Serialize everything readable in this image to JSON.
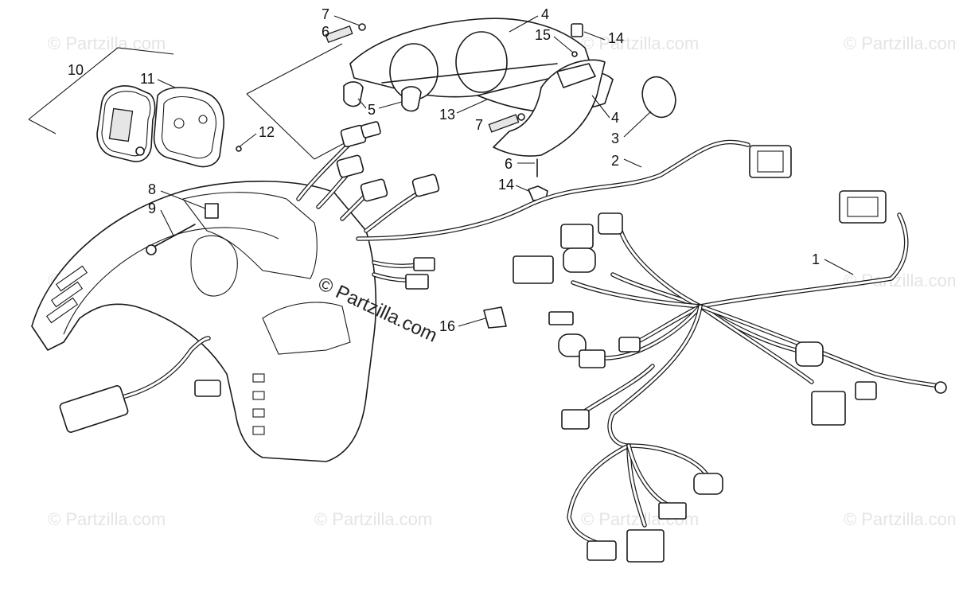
{
  "diagram": {
    "callouts": [
      {
        "id": "c1",
        "label": "1"
      },
      {
        "id": "c2",
        "label": "2"
      },
      {
        "id": "c3",
        "label": "3"
      },
      {
        "id": "c4a",
        "label": "4"
      },
      {
        "id": "c4b",
        "label": "4"
      },
      {
        "id": "c5",
        "label": "5"
      },
      {
        "id": "c6a",
        "label": "6"
      },
      {
        "id": "c6b",
        "label": "6"
      },
      {
        "id": "c7a",
        "label": "7"
      },
      {
        "id": "c7b",
        "label": "7"
      },
      {
        "id": "c8",
        "label": "8"
      },
      {
        "id": "c9",
        "label": "9"
      },
      {
        "id": "c10",
        "label": "10"
      },
      {
        "id": "c11",
        "label": "11"
      },
      {
        "id": "c12",
        "label": "12"
      },
      {
        "id": "c13",
        "label": "13"
      },
      {
        "id": "c14a",
        "label": "14"
      },
      {
        "id": "c14b",
        "label": "14"
      },
      {
        "id": "c15",
        "label": "15"
      },
      {
        "id": "c16",
        "label": "16"
      }
    ],
    "watermark_text": "© Partzilla.com",
    "center_watermark": "© Partzilla.com"
  }
}
